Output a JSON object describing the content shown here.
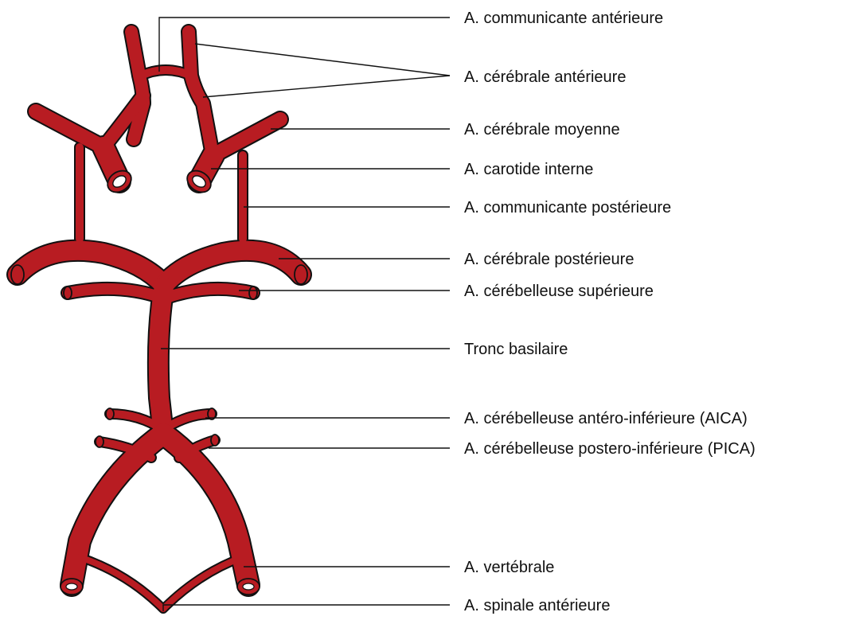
{
  "colors": {
    "artery_fill": "#b81c22",
    "outline": "#111111",
    "leader": "#111111",
    "label_text": "#111111",
    "background": "#ffffff"
  },
  "labels": [
    {
      "id": "comm-ant",
      "text": "A. communicante antérieure"
    },
    {
      "id": "cereb-ant",
      "text": "A. cérébrale antérieure"
    },
    {
      "id": "cereb-moy",
      "text": "A. cérébrale moyenne"
    },
    {
      "id": "carotide",
      "text": "A. carotide interne"
    },
    {
      "id": "comm-post",
      "text": "A. communicante postérieure"
    },
    {
      "id": "cereb-post",
      "text": "A. cérébrale postérieure"
    },
    {
      "id": "cerebel-sup",
      "text": "A. cérébelleuse supérieure"
    },
    {
      "id": "basilaire",
      "text": "Tronc basilaire"
    },
    {
      "id": "aica",
      "text": "A. cérébelleuse antéro-inférieure (AICA)"
    },
    {
      "id": "pica",
      "text": "A. cérébelleuse postero-inférieure (PICA)"
    },
    {
      "id": "vertebrale",
      "text": "A. vertébrale"
    },
    {
      "id": "spinale",
      "text": "A. spinale antérieure"
    }
  ]
}
